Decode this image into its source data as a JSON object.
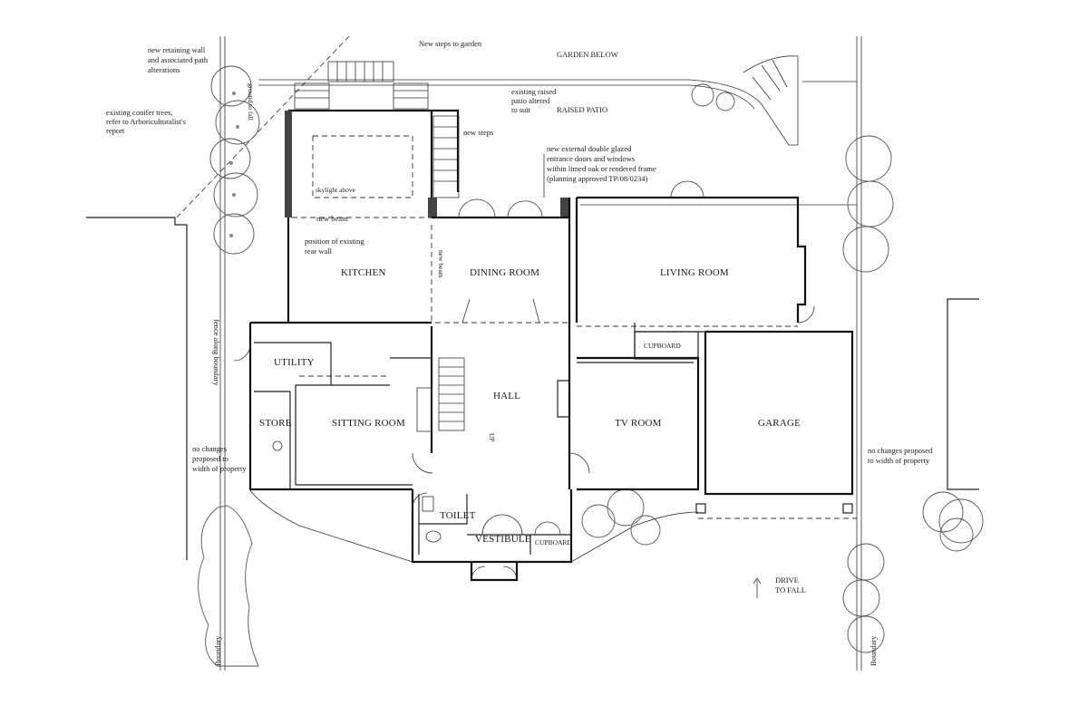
{
  "rooms": {
    "kitchen": "KITCHEN",
    "dining": "DINING ROOM",
    "living": "LIVING ROOM",
    "utility": "UTILITY",
    "store": "STORE",
    "sitting": "SITTING ROOM",
    "hall": "HALL",
    "tv": "TV ROOM",
    "garage": "GARAGE",
    "toilet": "TOILET",
    "vestibule": "VESTIBULE",
    "cupboard_front": "CUPBOARD",
    "cupboard_living": "CUPBOARD"
  },
  "notes": {
    "retaining_wall": [
      "new retaining wall",
      "and associated path",
      "alterations"
    ],
    "new_steps_garden": "New steps to garden",
    "garden_below": "GARDEN BELOW",
    "existing_patio": [
      "existing raised",
      "patio altered",
      "to suit"
    ],
    "raised_patio": "RAISED PATIO",
    "new_steps": "new steps",
    "external_doors": [
      "new external double glazed",
      "entrance doors and windows",
      "within limed oak or rendered frame",
      "(planning approved TP/08/0234)"
    ],
    "conifer_trees": [
      "existing conifer trees,",
      "refer to Arboriculturalist's",
      "report"
    ],
    "ground_to_fall": "ground to fall",
    "skylight": "skylight above",
    "new_beam_h": "new beam",
    "new_beam_v": "new beam",
    "existing_rear_wall": [
      "position of existing",
      "rear wall"
    ],
    "fence": "fence along boundary",
    "no_changes_left": [
      "no changes",
      "proposed to",
      "width of property"
    ],
    "no_changes_right": [
      "no changes proposed",
      "to width of property"
    ],
    "up": "UP",
    "drive": [
      "DRIVE",
      "TO FALL"
    ],
    "boundary_left": "Boundary",
    "boundary_right": "Boundary"
  },
  "colors": {
    "ink": "#111111",
    "paper": "#ffffff",
    "hatch": "#444444"
  }
}
